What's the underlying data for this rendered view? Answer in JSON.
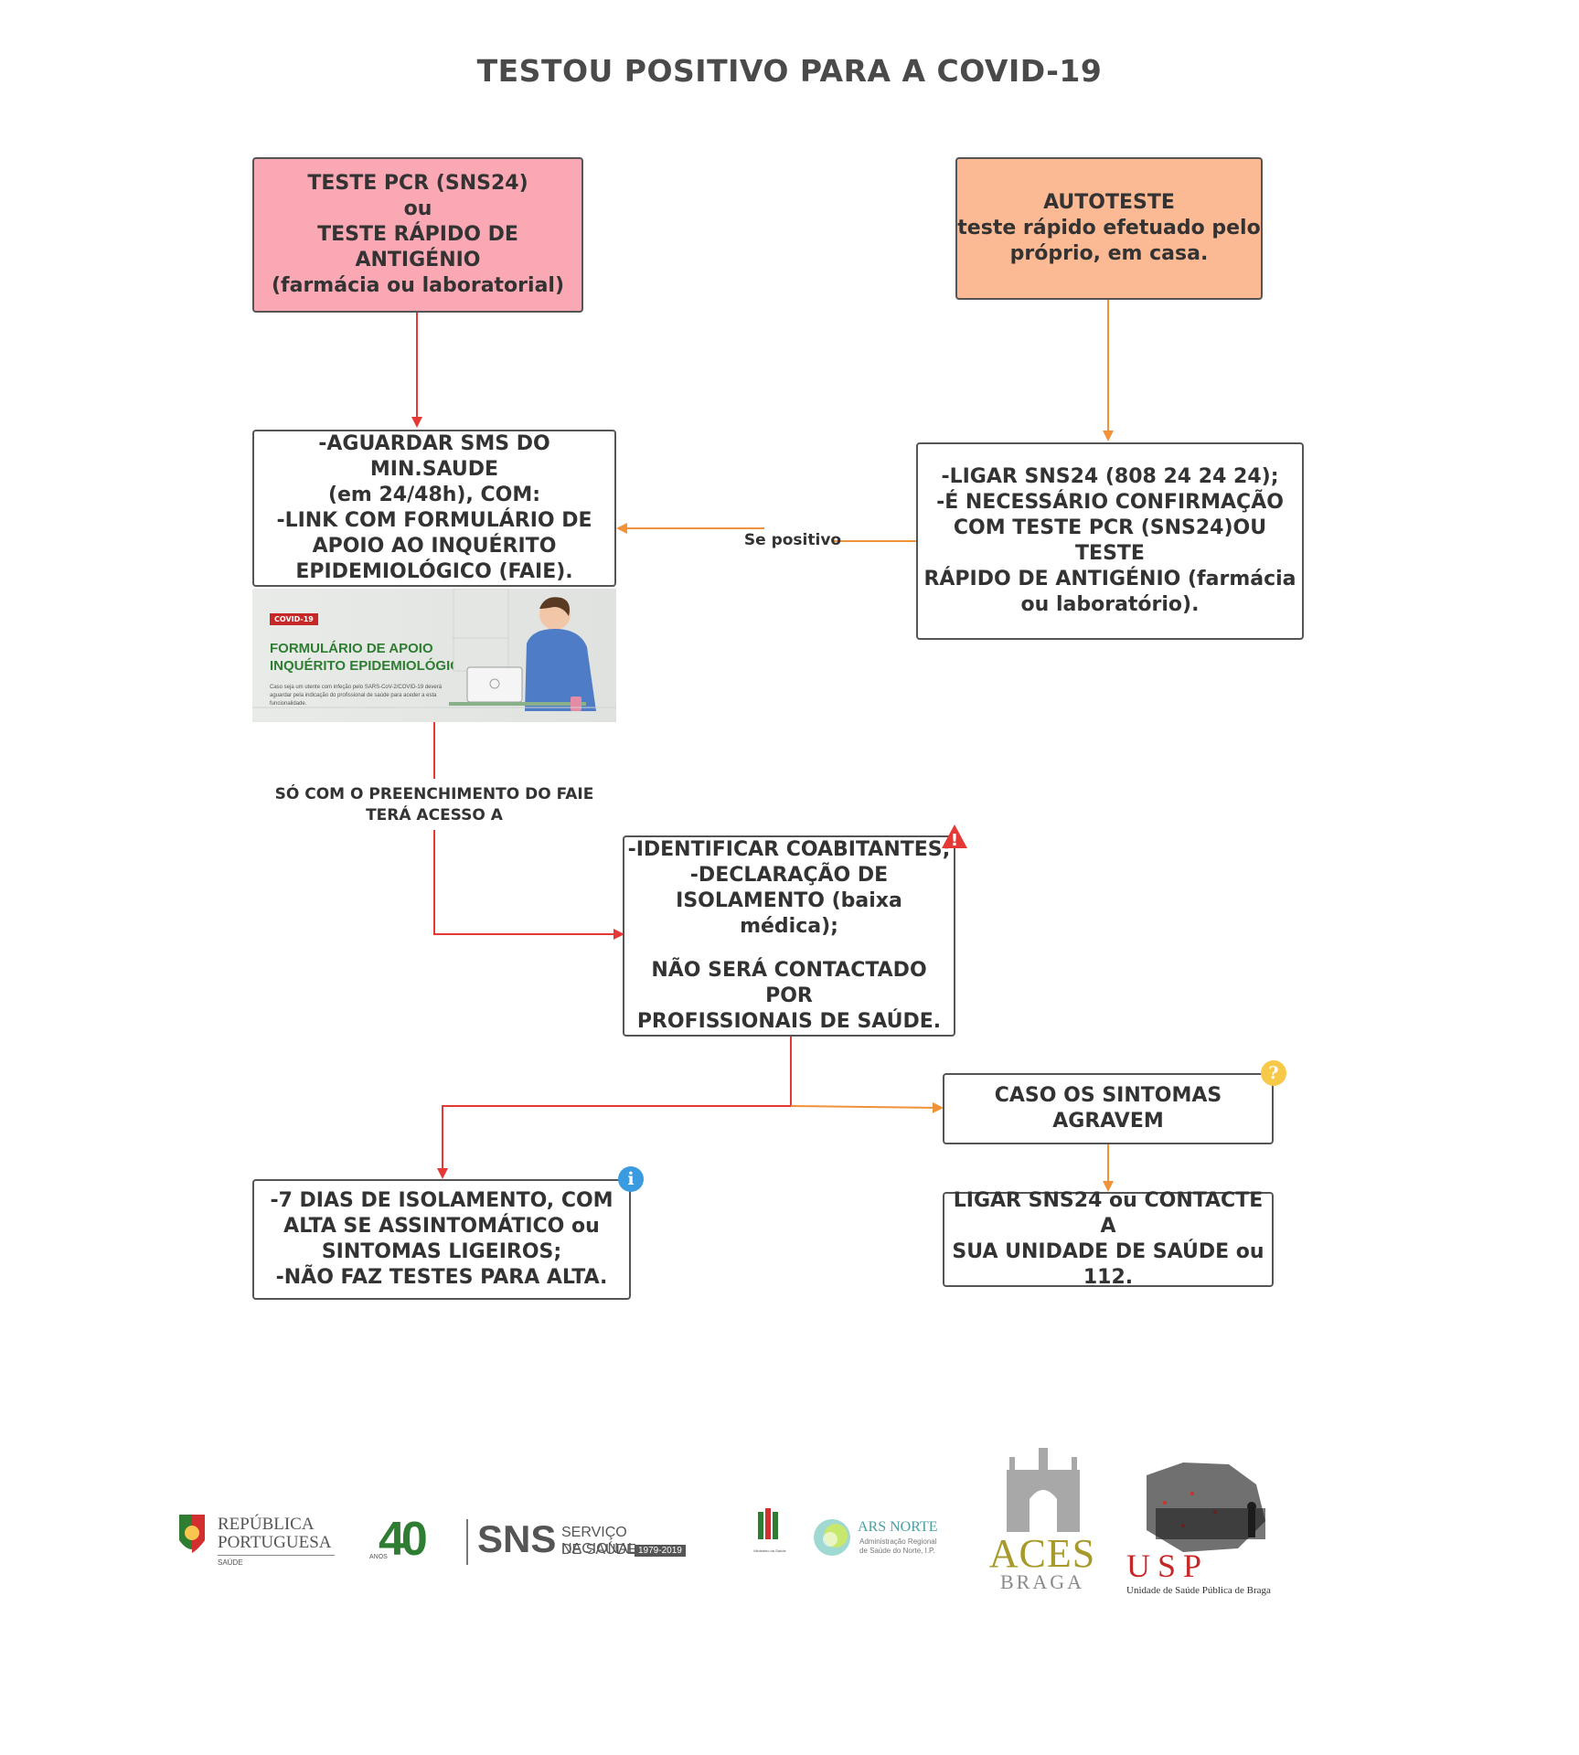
{
  "title": "TESTOU POSITIVO PARA A COVID-19",
  "colors": {
    "red_arrow": "#e53935",
    "orange_arrow": "#f0923a",
    "pink_box": "#f9a8b4",
    "orange_box": "#fbb994"
  },
  "box_pcr": {
    "l1": "TESTE PCR (SNS24)",
    "l2": "ou",
    "l3": "TESTE RÁPIDO DE ANTIGÉNIO",
    "l4": "(farmácia ou laboratorial)"
  },
  "box_auto": {
    "l1": "AUTOTESTE",
    "l2": "teste rápido efetuado pelo",
    "l3": "próprio, em casa."
  },
  "box_sms": {
    "l1": "-AGUARDAR SMS DO MIN.SAUDE",
    "l2": "(em 24/48h), COM:",
    "l3": "-LINK COM FORMULÁRIO DE",
    "l4": "APOIO AO INQUÉRITO",
    "l5": "EPIDEMIOLÓGICO (FAIE)."
  },
  "box_ligar": {
    "l1": "-LIGAR SNS24 (808 24 24 24);",
    "l2": "-É NECESSÁRIO CONFIRMAÇÃO",
    "l3": "COM TESTE PCR (SNS24)OU TESTE",
    "l4": "RÁPIDO DE ANTIGÉNIO (farmácia",
    "l5": "ou laboratório)."
  },
  "label_positivo": "Se positivo",
  "label_faie": {
    "l1": "SÓ COM O PREENCHIMENTO DO FAIE",
    "l2": "TERÁ ACESSO A"
  },
  "box_identificar": {
    "l1": "-IDENTIFICAR COABITANTES;",
    "l2": "-DECLARAÇÃO DE",
    "l3": "ISOLAMENTO (baixa médica);",
    "l4": "NÃO SERÁ CONTACTADO POR",
    "l5": "PROFISSIONAIS DE SAÚDE."
  },
  "box_dias": {
    "l1": "-7 DIAS DE ISOLAMENTO, COM",
    "l2": "ALTA SE ASSINTOMÁTICO ou",
    "l3": "SINTOMAS LIGEIROS;",
    "l4": "-NÃO FAZ TESTES PARA ALTA."
  },
  "box_agravem": {
    "l1": "CASO OS SINTOMAS",
    "l2": "AGRAVEM"
  },
  "box_contacte": {
    "l1": "LIGAR SNS24 ou CONTACTE A",
    "l2": "SUA UNIDADE DE SAÚDE ou",
    "l3": "112."
  },
  "thumbnail": {
    "tag": "COVID-19",
    "title_l1": "FORMULÁRIO DE APOIO",
    "title_l2": "INQUÉRITO EPIDEMIOLÓGICO",
    "text": "Caso seja um utente com infeção pelo SARS-CoV-2/COVID-19 deverá aguardar pela indicação do profissional de saúde para aceder a esta funcionalidade."
  },
  "badges": {
    "warning": "!",
    "info": "i",
    "question": "?"
  },
  "logos": {
    "republica_l1": "REPÚBLICA",
    "republica_l2": "PORTUGUESA",
    "republica_l3": "SAÚDE",
    "anos": "ANOS",
    "forty": "40",
    "sns": "SNS",
    "sns_l1": "SERVIÇO NACIONAL",
    "sns_l2": "DE SAÚDE",
    "sns_years": "1979-2019",
    "ministerio": "Ministério da Saúde",
    "ars_title": "ARS NORTE",
    "ars_l1": "Administração Regional",
    "ars_l2": "de Saúde do Norte, I.P.",
    "aces": "ACES",
    "braga": "BRAGA",
    "usp": "USP",
    "usp_sub": "Unidade de Saúde Pública de Braga"
  }
}
